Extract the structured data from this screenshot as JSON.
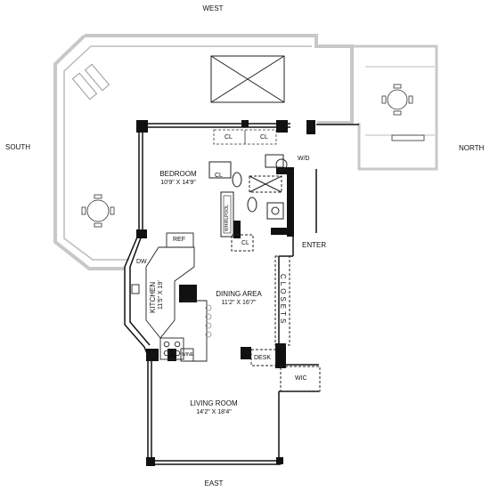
{
  "compass": {
    "west": "WEST",
    "south": "SOUTH",
    "north": "NORTH",
    "east": "EAST"
  },
  "rooms": {
    "bedroom": {
      "name": "BEDROOM",
      "size": "10'9\" X 14'9\""
    },
    "dining": {
      "name": "DINING AREA",
      "size": "11'2\" X 16'7\""
    },
    "living": {
      "name": "LIVING ROOM",
      "size": "14'2\" X 18'4\""
    },
    "kitchen": {
      "name": "KITCHEN",
      "size": "11'5\" X 19'"
    }
  },
  "labels": {
    "cl_1": "CL",
    "cl_2": "CL",
    "cl_3": "CL",
    "cl_4": "CL",
    "wd": "W/D",
    "enter": "ENTER",
    "ref": "REF",
    "dw": "DW",
    "closets": "CLOSETS",
    "desk": "DESK",
    "wic": "WIC",
    "wine": "WINE",
    "tub": "WHIRLPOOL"
  },
  "colors": {
    "wall": "#111111",
    "terrace": "#c8c8c8",
    "line": "#222222",
    "dashed": "#333333"
  }
}
